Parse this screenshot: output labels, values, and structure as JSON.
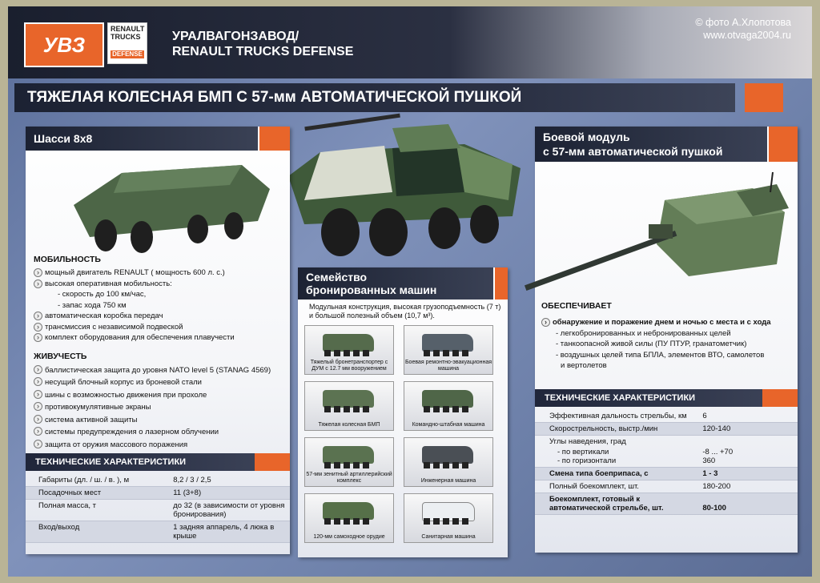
{
  "header": {
    "logo_uvz": "УВЗ",
    "logo_rt_line1": "RENAULT",
    "logo_rt_line2": "TRUCKS",
    "logo_rt_line3": "DEFENSE",
    "brand_line1": "УРАЛВАГОНЗАВОД/",
    "brand_line2": "RENAULT TRUCKS DEFENSE",
    "credit_line1": "© фото А.Хлопотова",
    "credit_line2": "www.otvaga2004.ru"
  },
  "title": "ТЯЖЕЛАЯ КОЛЕСНАЯ БМП С 57-мм АВТОМАТИЧЕСКОЙ ПУШКОЙ",
  "chassis": {
    "heading": "Шасси 8х8",
    "mobility_title": "МОБИЛЬНОСТЬ",
    "mobility": [
      {
        "text": "мощный двигатель RENAULT ( мощность 600 л. с.)",
        "sub": false
      },
      {
        "text": "высокая оперативная мобильность:",
        "sub": false
      },
      {
        "text": "- скорость до 100 км/час,",
        "sub": true
      },
      {
        "text": "- запас хода 750 км",
        "sub": true
      },
      {
        "text": "автоматическая коробка передач",
        "sub": false
      },
      {
        "text": "трансмиссия с независимой подвеской",
        "sub": false
      },
      {
        "text": "комплект оборудования для обеспечения плавучести",
        "sub": false
      }
    ],
    "survivability_title": "ЖИВУЧЕСТЬ",
    "survivability": [
      "баллистическая защита до уровня NATO level 5 (STANAG 4569)",
      "несущий блочный корпус из броневой стали",
      "шины с возможностью движения при прохоле",
      "противокумулятивные экраны",
      "система активной защиты",
      "системы предупреждения о лазерном облучении",
      "защита от оружия массового поражения"
    ],
    "specs_title": "ТЕХНИЧЕСКИЕ ХАРАКТЕРИСТИКИ",
    "specs": [
      {
        "label": "Габариты (дл. / ш. / в. ), м",
        "value": "8,2 / 3 / 2,5"
      },
      {
        "label": "Посадочных мест",
        "value": "11 (3+8)"
      },
      {
        "label": "Полная масса,  т",
        "value": "до 32  (в зависимости от уровня бронирования)"
      },
      {
        "label": "Вход/выход",
        "value": "1 задняя аппарель, 4 люка в крыше"
      }
    ]
  },
  "family": {
    "heading_line1": "Семейство",
    "heading_line2": "бронированных машин",
    "intro": "Модульная конструкция, высокая грузоподъемность (7 т) и большой полезный объем (10,7 м³).",
    "vehicles": [
      {
        "caption": "Тяжелый бронетранспортер с ДУМ с 12.7 мм вооружением"
      },
      {
        "caption": "Боевая ремонтно-эвакуационная машина"
      },
      {
        "caption": "Тяжелая колесная БМП"
      },
      {
        "caption": "Командно-штабная машина"
      },
      {
        "caption": "57-мм зенитный артиллерийский комплекс"
      },
      {
        "caption": "Инженерная машина"
      },
      {
        "caption": "120-мм самоходное орудие"
      },
      {
        "caption": "Санитарная машина"
      }
    ]
  },
  "module": {
    "heading_line1": "Боевой модуль",
    "heading_line2": "с 57-мм автоматической пушкой",
    "provides_title": "ОБЕСПЕЧИВАЕТ",
    "provides_main": "обнаружение и поражение днем и ночью с места и с хода",
    "provides_items": [
      "- легкобронированных и небронированных целей",
      "- танкоопасной живой силы (ПУ ПТУР, гранатометчик)",
      "- воздушных целей типа БПЛА, элементов ВТО,  самолетов",
      "  и вертолетов"
    ],
    "specs_title": "ТЕХНИЧЕСКИЕ ХАРАКТЕРИСТИКИ",
    "specs": [
      {
        "label": "Эффективная дальность стрельбы, км",
        "value": "6"
      },
      {
        "label": "Скорострельность, выстр./мин",
        "value": "120-140"
      },
      {
        "label": "Углы наведения, град",
        "value": ""
      },
      {
        "label": "- по вертикали",
        "value": "-8 ... +70"
      },
      {
        "label": "- по горизонтали",
        "value": "360"
      },
      {
        "label": "Смена типа боеприпаса, с",
        "value": "1 - 3"
      },
      {
        "label": "Полный боекомплект,  шт.",
        "value": "180-200"
      },
      {
        "label": "Боекомплект, готовый к автоматической стрельбе, шт.",
        "value": "80-100"
      }
    ]
  },
  "colors": {
    "accent": "#e8652a",
    "dark": "#1c2233",
    "board": "#6c7fa8",
    "frame": "#b9b496"
  }
}
